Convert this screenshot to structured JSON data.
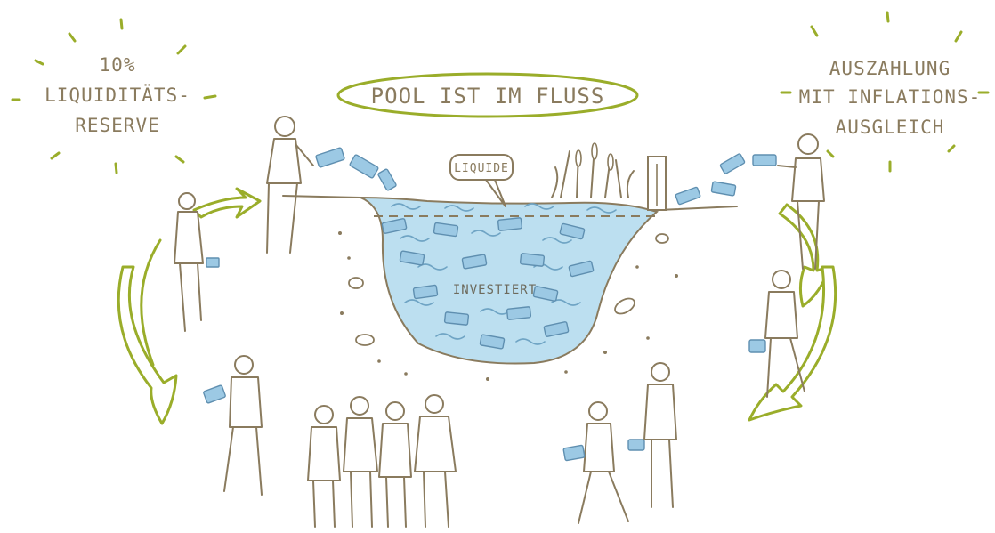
{
  "title": {
    "text": "POOL IST IM FLUSS"
  },
  "reserve_label": {
    "line1": "10%",
    "line2": "LIQUIDITÄTS-",
    "line3": "RESERVE"
  },
  "payout_label": {
    "line1": "AUSZAHLUNG",
    "line2": "MIT INFLATIONS-",
    "line3": "AUSGLEICH"
  },
  "pool": {
    "liquid_label": "LIQUIDE",
    "invested_label": "INVESTIERT"
  },
  "colors": {
    "accent_green": "#9aad2a",
    "outline_brown": "#8a7b5e",
    "water_blue": "#bcdff0",
    "money_blue": "#9cc9e4"
  },
  "icons": {
    "left_cycle": "circular-arrow-icon",
    "right_cycle": "circular-arrow-icon",
    "money": "banknote-icon"
  }
}
